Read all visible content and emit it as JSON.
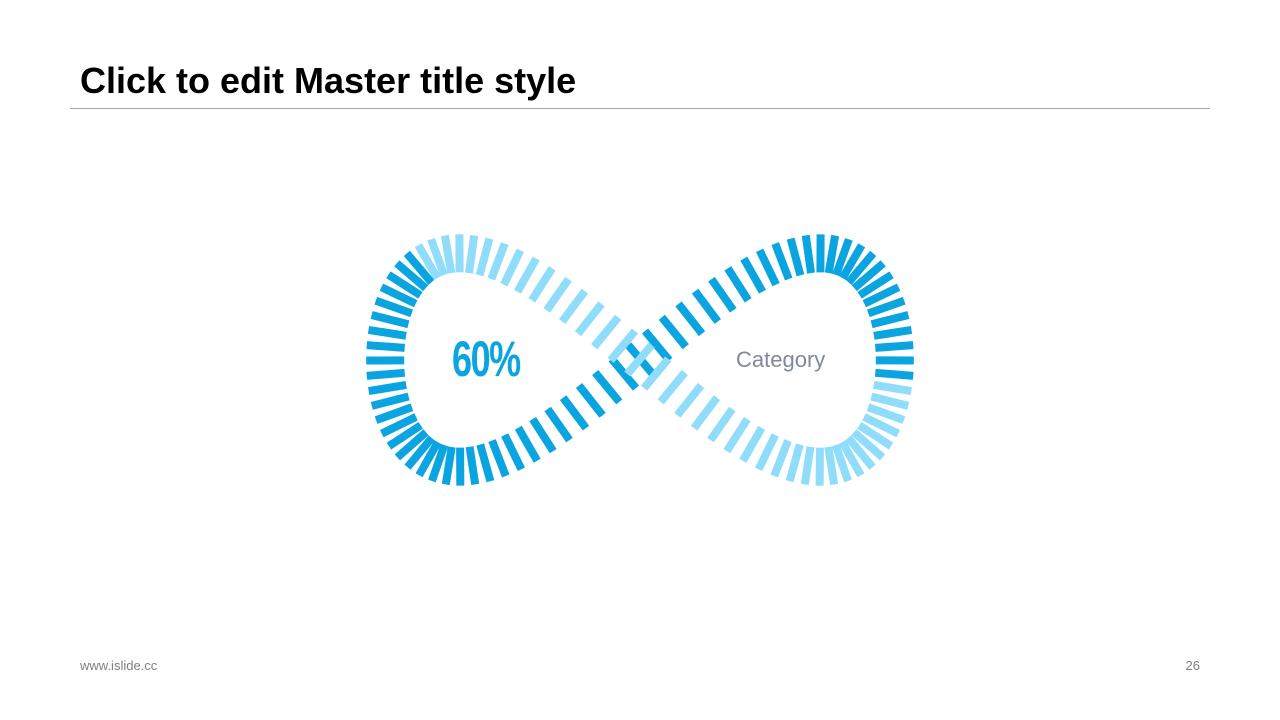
{
  "slide": {
    "title": "Click to edit Master title style",
    "footer_url": "www.islide.cc",
    "page_number": "26"
  },
  "diagram": {
    "type": "infinity-progress",
    "value_label": "60%",
    "value_fraction": 0.6,
    "category_label": "Category",
    "colors": {
      "filled": "#0aa5e0",
      "remaining": "#8fdcfb",
      "value_text": "#0aa5e0",
      "category_text": "#7f8a98"
    }
  }
}
